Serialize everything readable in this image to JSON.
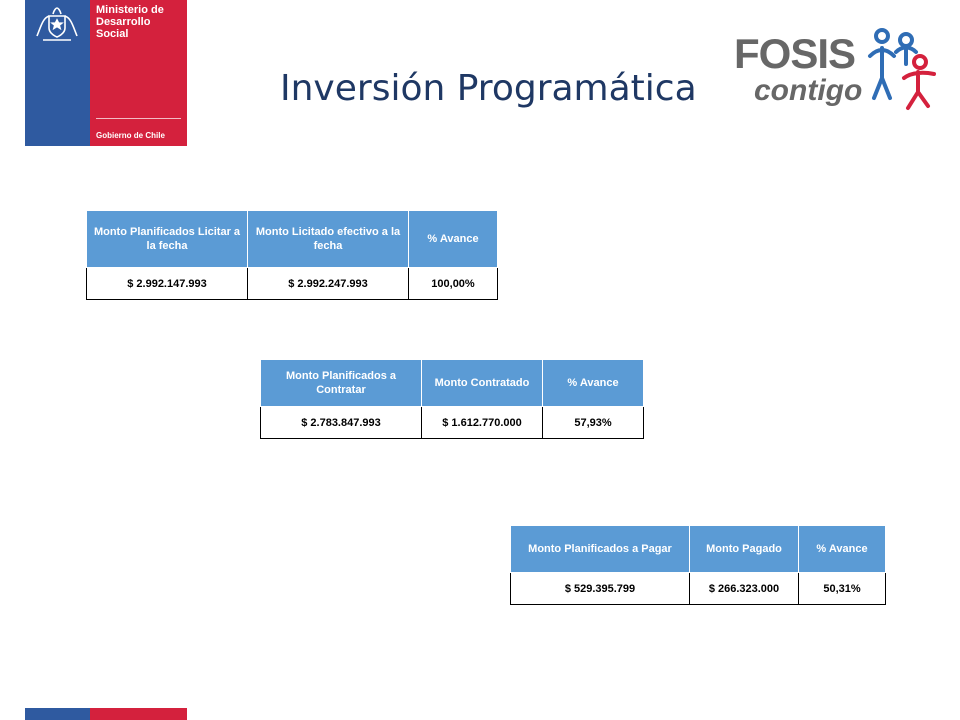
{
  "header": {
    "ministry_lines": [
      "Ministerio de",
      "Desarrollo",
      "Social"
    ],
    "government": "Gobierno de Chile",
    "title": "Inversión Programática",
    "partner_logo": {
      "word": "FOSIS",
      "tagline": "contigo"
    }
  },
  "colors": {
    "gov_blue": "#2f5aa0",
    "gov_red": "#d4213d",
    "title": "#1f3864",
    "table_header": "#5b9bd5",
    "fosis_gray": "#676767",
    "fosis_blue": "#2f6db5",
    "fosis_red": "#d4213d"
  },
  "tables": [
    {
      "headers": [
        "Monto Planificados Licitar a la fecha",
        "Monto Licitado efectivo a la fecha",
        "% Avance"
      ],
      "row": [
        "$ 2.992.147.993",
        "$ 2.992.247.993",
        "100,00%"
      ]
    },
    {
      "headers": [
        "Monto Planificados a Contratar",
        "Monto Contratado",
        "% Avance"
      ],
      "row": [
        "$ 2.783.847.993",
        "$ 1.612.770.000",
        "57,93%"
      ]
    },
    {
      "headers": [
        "Monto Planificados a Pagar",
        "Monto Pagado",
        "% Avance"
      ],
      "row": [
        "$ 529.395.799",
        "$ 266.323.000",
        "50,31%"
      ]
    }
  ]
}
